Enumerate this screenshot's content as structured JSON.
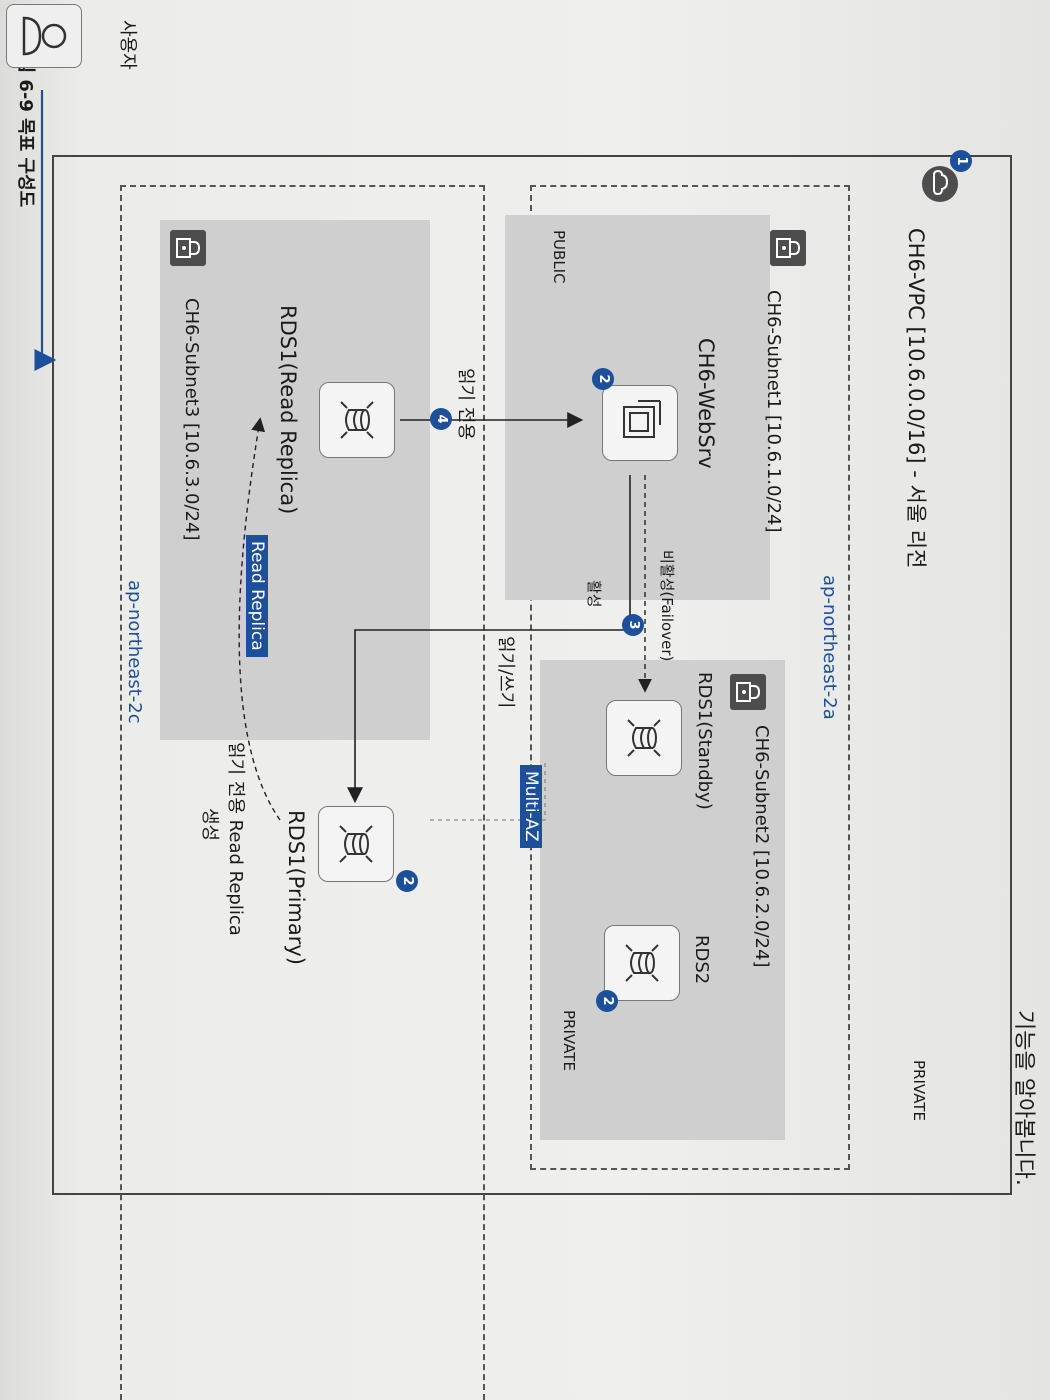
{
  "header": {
    "page_text": "기능을 알아봅니다.",
    "figure_title": "그림 6-9 목표 구성도"
  },
  "user": {
    "label": "사용자"
  },
  "vpc": {
    "label": "CH6-VPC [10.6.0.0/16] - 서울 리전",
    "badge": "1"
  },
  "azs": {
    "a": "ap-northeast-2a",
    "c": "ap-northeast-2c"
  },
  "subnets": {
    "s1": {
      "label": "CH6-Subnet1 [10.6.1.0/24]",
      "type": "PUBLIC"
    },
    "s2": {
      "label": "CH6-Subnet2 [10.6.2.0/24]",
      "type": "PRIVATE"
    },
    "s3": {
      "label": "CH6-Subnet3 [10.6.3.0/24]",
      "type": "PRIVATE"
    }
  },
  "nodes": {
    "websrv": {
      "label": "CH6-WebSrv",
      "badge": "2"
    },
    "standby": {
      "label": "RDS1(Standby)"
    },
    "rds2": {
      "label": "RDS2",
      "badge": "2"
    },
    "primary": {
      "label": "RDS1(Primary)",
      "badge": "2"
    },
    "replica": {
      "label": "RDS1(Read Replica)"
    }
  },
  "edges": {
    "active": "활성",
    "failover": "비활성(Failover)",
    "readwrite": "읽기/쓰기",
    "readonly": "읽기 전용",
    "create_line1": "읽기 전용 Read Replica",
    "create_line2": "생성",
    "badge3": "3",
    "badge4": "4"
  },
  "tags": {
    "multi_az": "Multi-AZ",
    "read_replica": "Read Replica"
  },
  "colors": {
    "accent": "#1d4f9a",
    "subnet": "#cfcfcf",
    "page": "#ececea"
  }
}
